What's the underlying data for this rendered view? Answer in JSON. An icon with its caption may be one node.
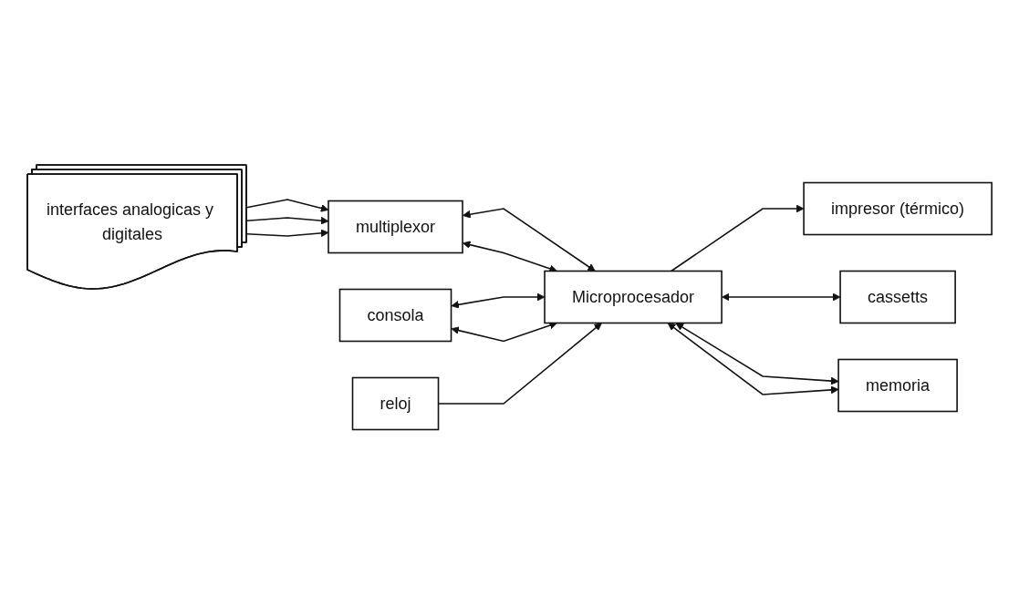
{
  "diagram": {
    "nodes": [
      {
        "text": [
          "interfaces analogicas y digitales"
        ]
      },
      {
        "text": [
          "multiplexor"
        ]
      },
      {
        "text": [
          "consola"
        ]
      },
      {
        "text": [
          "reloj"
        ]
      },
      {
        "text": [
          "impresor (térmico)"
        ]
      },
      {
        "text": [
          "Microprocesador"
        ]
      },
      {
        "text": [
          "cassetts"
        ]
      },
      {
        "text": [
          "memoria"
        ]
      }
    ],
    "edges": [
      {
        "from": 0,
        "to": 1,
        "arrow": "to"
      },
      {
        "from": 0,
        "to": 1,
        "arrow": "to"
      },
      {
        "from": 0,
        "to": 1,
        "arrow": "to"
      },
      {
        "from": 1,
        "to": 5,
        "arrow": "both"
      },
      {
        "from": 1,
        "to": 5,
        "arrow": "both"
      },
      {
        "from": 2,
        "to": 5,
        "arrow": "both"
      },
      {
        "from": 2,
        "to": 5,
        "arrow": "both"
      },
      {
        "from": 3,
        "to": 5,
        "arrow": "to"
      },
      {
        "from": 5,
        "to": 4,
        "arrow": "to"
      },
      {
        "from": 5,
        "to": 6,
        "arrow": "both"
      },
      {
        "from": 5,
        "to": 7,
        "arrow": "both"
      },
      {
        "from": 5,
        "to": 7,
        "arrow": "both"
      }
    ]
  }
}
